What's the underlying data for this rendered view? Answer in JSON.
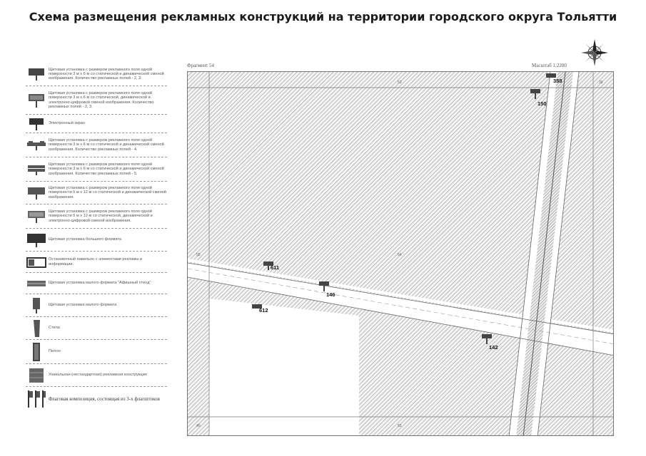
{
  "title": "Схема размещения рекламных конструкций на территории городского округа Тольятти",
  "compass_icon": "compass-rose-icon",
  "legend": [
    {
      "icon": "billboard-3x6-static-dynamic-icon",
      "text": "Щитовая установка с размером рекламного поля одной поверхности 3 м х 6 м со статической и динамической сменой изображения. Количество рекламных полей - 2, 3."
    },
    {
      "icon": "billboard-3x6-electronic-icon",
      "text": "Щитовая установка с размером рекламного поля одной поверхности 3 м х 6 м со статической, динамической и электронно-цифровой сменой изображения. Количество рекламных полей - 2, 3."
    },
    {
      "icon": "electronic-screen-icon",
      "text": "Электронный экран"
    },
    {
      "icon": "billboard-3x6-four-fields-icon",
      "text": "Щитовая установка с размером рекламного поля одной поверхности 3 м х 6 м со статической и динамической сменой изображения. Количество рекламных полей - 4."
    },
    {
      "icon": "billboard-3x6-five-fields-icon",
      "text": "Щитовая установка с размером рекламного поля одной поверхности 3 м х 6 м со статической и динамической сменой изображения. Количество рекламных полей - 5."
    },
    {
      "icon": "billboard-5x12-static-icon",
      "text": "Щитовая установка с размером рекламного поля одной поверхности 5 м х 12 м со статической и динамической сменой изображения."
    },
    {
      "icon": "billboard-5x12-electronic-icon",
      "text": "Щитовая установка с размером рекламного поля одной поверхности 5 м х 12 м со статической, динамической и электронно-цифровой сменой изображения."
    },
    {
      "icon": "large-format-billboard-icon",
      "text": "Щитовая установка большого формата"
    },
    {
      "icon": "bus-stop-pavilion-icon",
      "text": "Остановочный павильон с элементами рекламы и информации."
    },
    {
      "icon": "small-format-billboard-icon",
      "text": "Щитовая установка малого формата \"Афишный стенд\""
    },
    {
      "icon": "small-format-stand-icon",
      "text": "Щитовая установка малого формата"
    },
    {
      "icon": "stele-icon",
      "text": "Стела"
    },
    {
      "icon": "pylon-icon",
      "text": "Пилон"
    },
    {
      "icon": "unique-construction-icon",
      "text": "Уникальная (нестандартная) рекламная конструкция"
    },
    {
      "icon": "flag-composition-icon",
      "text": "Флаговая композиция, состоящая из 3-х флагштоков"
    }
  ],
  "map": {
    "fragment_label": "Фрагмент 54",
    "scale_label": "Масштаб 1:2200",
    "cell_labels": [
      {
        "id": "top",
        "text": "53"
      },
      {
        "id": "corner-tr",
        "text": "39"
      },
      {
        "id": "left",
        "text": "55"
      },
      {
        "id": "center",
        "text": "54"
      },
      {
        "id": "bottom-left",
        "text": "40"
      },
      {
        "id": "bottom",
        "text": "55"
      }
    ],
    "markers": [
      {
        "id": "358",
        "label": "358"
      },
      {
        "id": "150",
        "label": "150"
      },
      {
        "id": "611",
        "label": "611"
      },
      {
        "id": "146",
        "label": "146"
      },
      {
        "id": "612",
        "label": "612"
      },
      {
        "id": "142",
        "label": "142"
      }
    ]
  }
}
